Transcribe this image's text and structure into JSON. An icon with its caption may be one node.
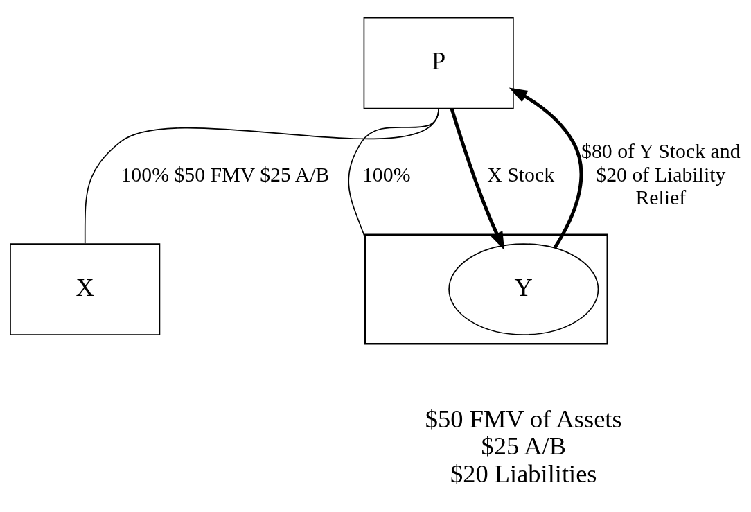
{
  "diagram": {
    "nodes": [
      {
        "text": [
          "P"
        ]
      },
      {
        "text": [
          "X"
        ]
      },
      {
        "text": [],
        "shape": "box",
        "beside": [
          "$50 FMV of Assets",
          "$25 A/B",
          "$20 Liabilities"
        ]
      },
      {
        "text": [
          "Y"
        ],
        "in": 2
      }
    ],
    "edges": [
      {
        "from": 0,
        "to": 1,
        "arrow": "none",
        "label": "100% $50 FMV $25 A/B"
      },
      {
        "from": 0,
        "to": 2,
        "arrow": "none",
        "label": "100%"
      },
      {
        "from": 3,
        "to": 0,
        "arrow": "to",
        "style": "thick",
        "label": "$80 of Y Stock and $20 of Liability Relief"
      },
      {
        "from": 0,
        "to": 3,
        "arrow": "to",
        "style": "thick",
        "label": "X Stock"
      }
    ]
  }
}
